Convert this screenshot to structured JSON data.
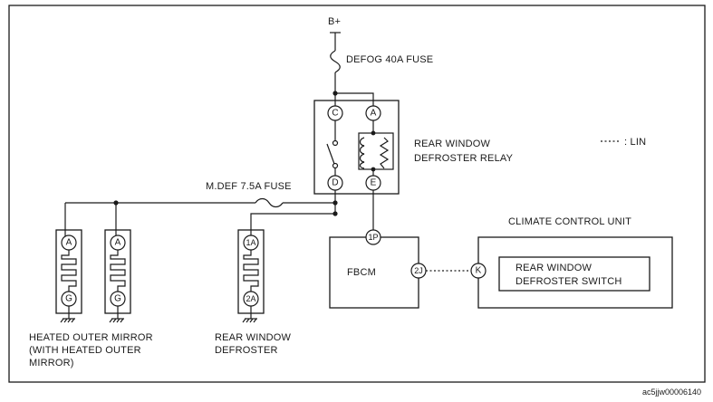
{
  "labels": {
    "bplus": "B+",
    "defog_fuse": "DEFOG 40A FUSE",
    "relay_line1": "REAR WINDOW",
    "relay_line2": "DEFROSTER RELAY",
    "lin_legend": ": LIN",
    "mdef_fuse": "M.DEF 7.5A FUSE",
    "climate_unit": "CLIMATE CONTROL UNIT",
    "fbcm": "FBCM",
    "switch_line1": "REAR WINDOW",
    "switch_line2": "DEFROSTER SWITCH",
    "mirror_line1": "HEATED OUTER MIRROR",
    "mirror_line2": "(WITH HEATED OUTER",
    "mirror_line3": "MIRROR)",
    "defroster_line1": "REAR WINDOW",
    "defroster_line2": "DEFROSTER",
    "image_code": "ac5jjw00006140"
  },
  "pins": {
    "relay_c": "C",
    "relay_a": "A",
    "relay_d": "D",
    "relay_e": "E",
    "mirror1_top": "A",
    "mirror1_bottom": "G",
    "mirror2_top": "A",
    "mirror2_bottom": "G",
    "defroster_top": "1A",
    "defroster_bottom": "2A",
    "fbcm_top": "1P",
    "fbcm_right": "2J",
    "climate_k": "K"
  }
}
